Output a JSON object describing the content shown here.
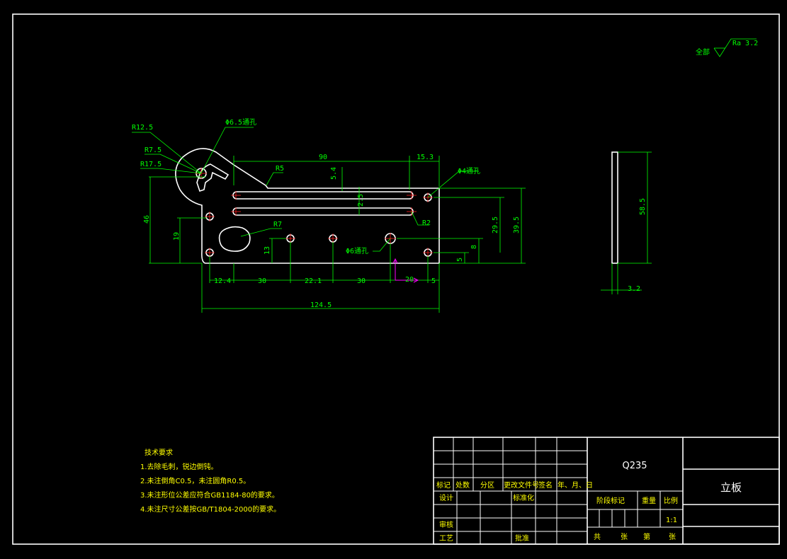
{
  "drawing": {
    "roughness": {
      "prefix": "全部",
      "value": "Ra 3.2"
    },
    "dims": {
      "r12_5": "R12.5",
      "hole6_5": "Φ6.5通孔",
      "r7_5": "R7.5",
      "r17_5": "R17.5",
      "d90": "90",
      "d15_3": "15.3",
      "r5": "R5",
      "d5_4": "5.4",
      "d2_5": "2.5",
      "hole4": "Φ4通孔",
      "r2": "R2",
      "r7": "R7",
      "d46": "46",
      "d19": "19",
      "d13": "13",
      "hole6": "Φ6通孔",
      "d29_5": "29.5",
      "d39_5": "39.5",
      "d8": "8",
      "d5v": "5",
      "d12_4": "12.4",
      "d30a": "30",
      "d22_1": "22.1",
      "d30b": "30",
      "d20": "20",
      "d5h": "5",
      "d124_5": "124.5",
      "d58_5": "58.5",
      "d3_2": "3.2"
    }
  },
  "tech": {
    "title": "技术要求",
    "items": [
      "1.去除毛刺，锐边倒钝。",
      "2.未注倒角C0.5，未注圆角R0.5。",
      "3.未注形位公差应符合GB1184-80的要求。",
      "4.未注尺寸公差按GB/T1804-2000的要求。"
    ]
  },
  "titleblock": {
    "material": "Q235",
    "part_name": "立板",
    "headers": [
      "标记",
      "处数",
      "分区",
      "更改文件号",
      "签名",
      "年、月、日"
    ],
    "design": "设计",
    "standard": "标准化",
    "stage_mark": "阶段标记",
    "weight": "重量",
    "scale": "比例",
    "scale_value": "1:1",
    "review": "审核",
    "process": "工艺",
    "approve": "批准",
    "total": "共",
    "sheets1": "张",
    "page": "第",
    "sheets2": "张"
  },
  "colors": {
    "line": "#ffffff",
    "dim": "#00ff00",
    "center": "#ff2020",
    "text": "#ffff00",
    "ucs": "#ff00ff"
  }
}
